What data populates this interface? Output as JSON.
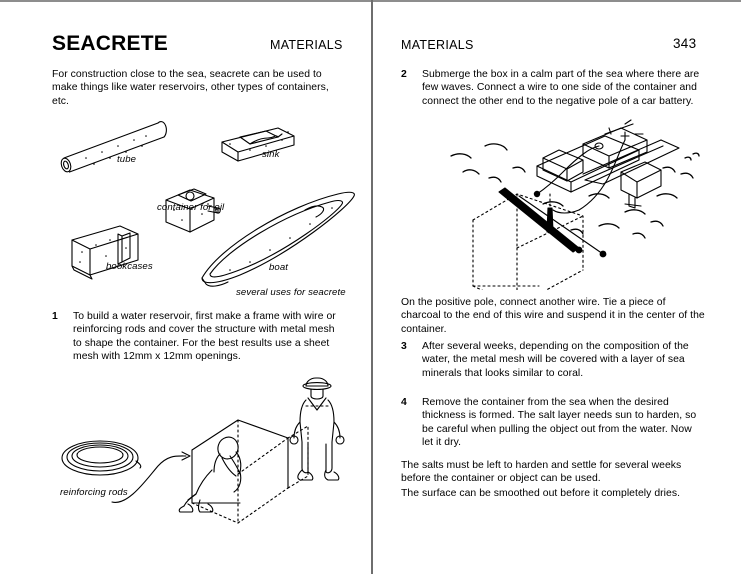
{
  "document": {
    "type": "book-spread",
    "left_page": {
      "chapter_title": "SEACRETE",
      "running_head": "MATERIALS",
      "intro": "For construction close to the sea, seacrete can be used to make things like water reservoirs, other types of containers, etc.",
      "steps": [
        {
          "number": "1",
          "text": "To build a water reservoir, first make a frame with wire or reinforcing rods and cover the structure with metal mesh to shape the container. For the best results use a sheet mesh with 12mm x 12mm openings."
        }
      ],
      "figure_uses": {
        "caption": "several uses for seacrete",
        "labels": [
          "tube",
          "sink",
          "container for oil",
          "bookcases",
          "boat"
        ]
      },
      "figure_frame": {
        "labels": [
          "reinforcing rods"
        ]
      }
    },
    "right_page": {
      "running_head": "MATERIALS",
      "folio": "343",
      "steps": [
        {
          "number": "2",
          "text": "Submerge the box in a calm part of the sea where there are few waves. Connect a wire to one side of the container and connect the other end to the negative pole of a car battery."
        },
        {
          "number": "3",
          "text": "After several weeks, depending on the composition of the water, the metal mesh will be covered with a layer of sea minerals that looks similar to coral."
        },
        {
          "number": "4",
          "text": "Remove the container from the sea when the desired thickness is formed. The salt layer needs sun to harden, so be careful when pulling the object out from the water. Now let it dry."
        }
      ],
      "paragraphs": [
        "On the positive pole, connect another wire. Tie a piece of charcoal to the end of this wire and suspend it in the center of the container.",
        "The salts must be left to harden and settle for several weeks before the container or object can be used.",
        "The surface can be smoothed out before it completely dries."
      ]
    }
  },
  "colors": {
    "ink": "#000000",
    "paper": "#ffffff",
    "rule": "#6e6e6e",
    "top_rule": "#8d8d8d"
  }
}
